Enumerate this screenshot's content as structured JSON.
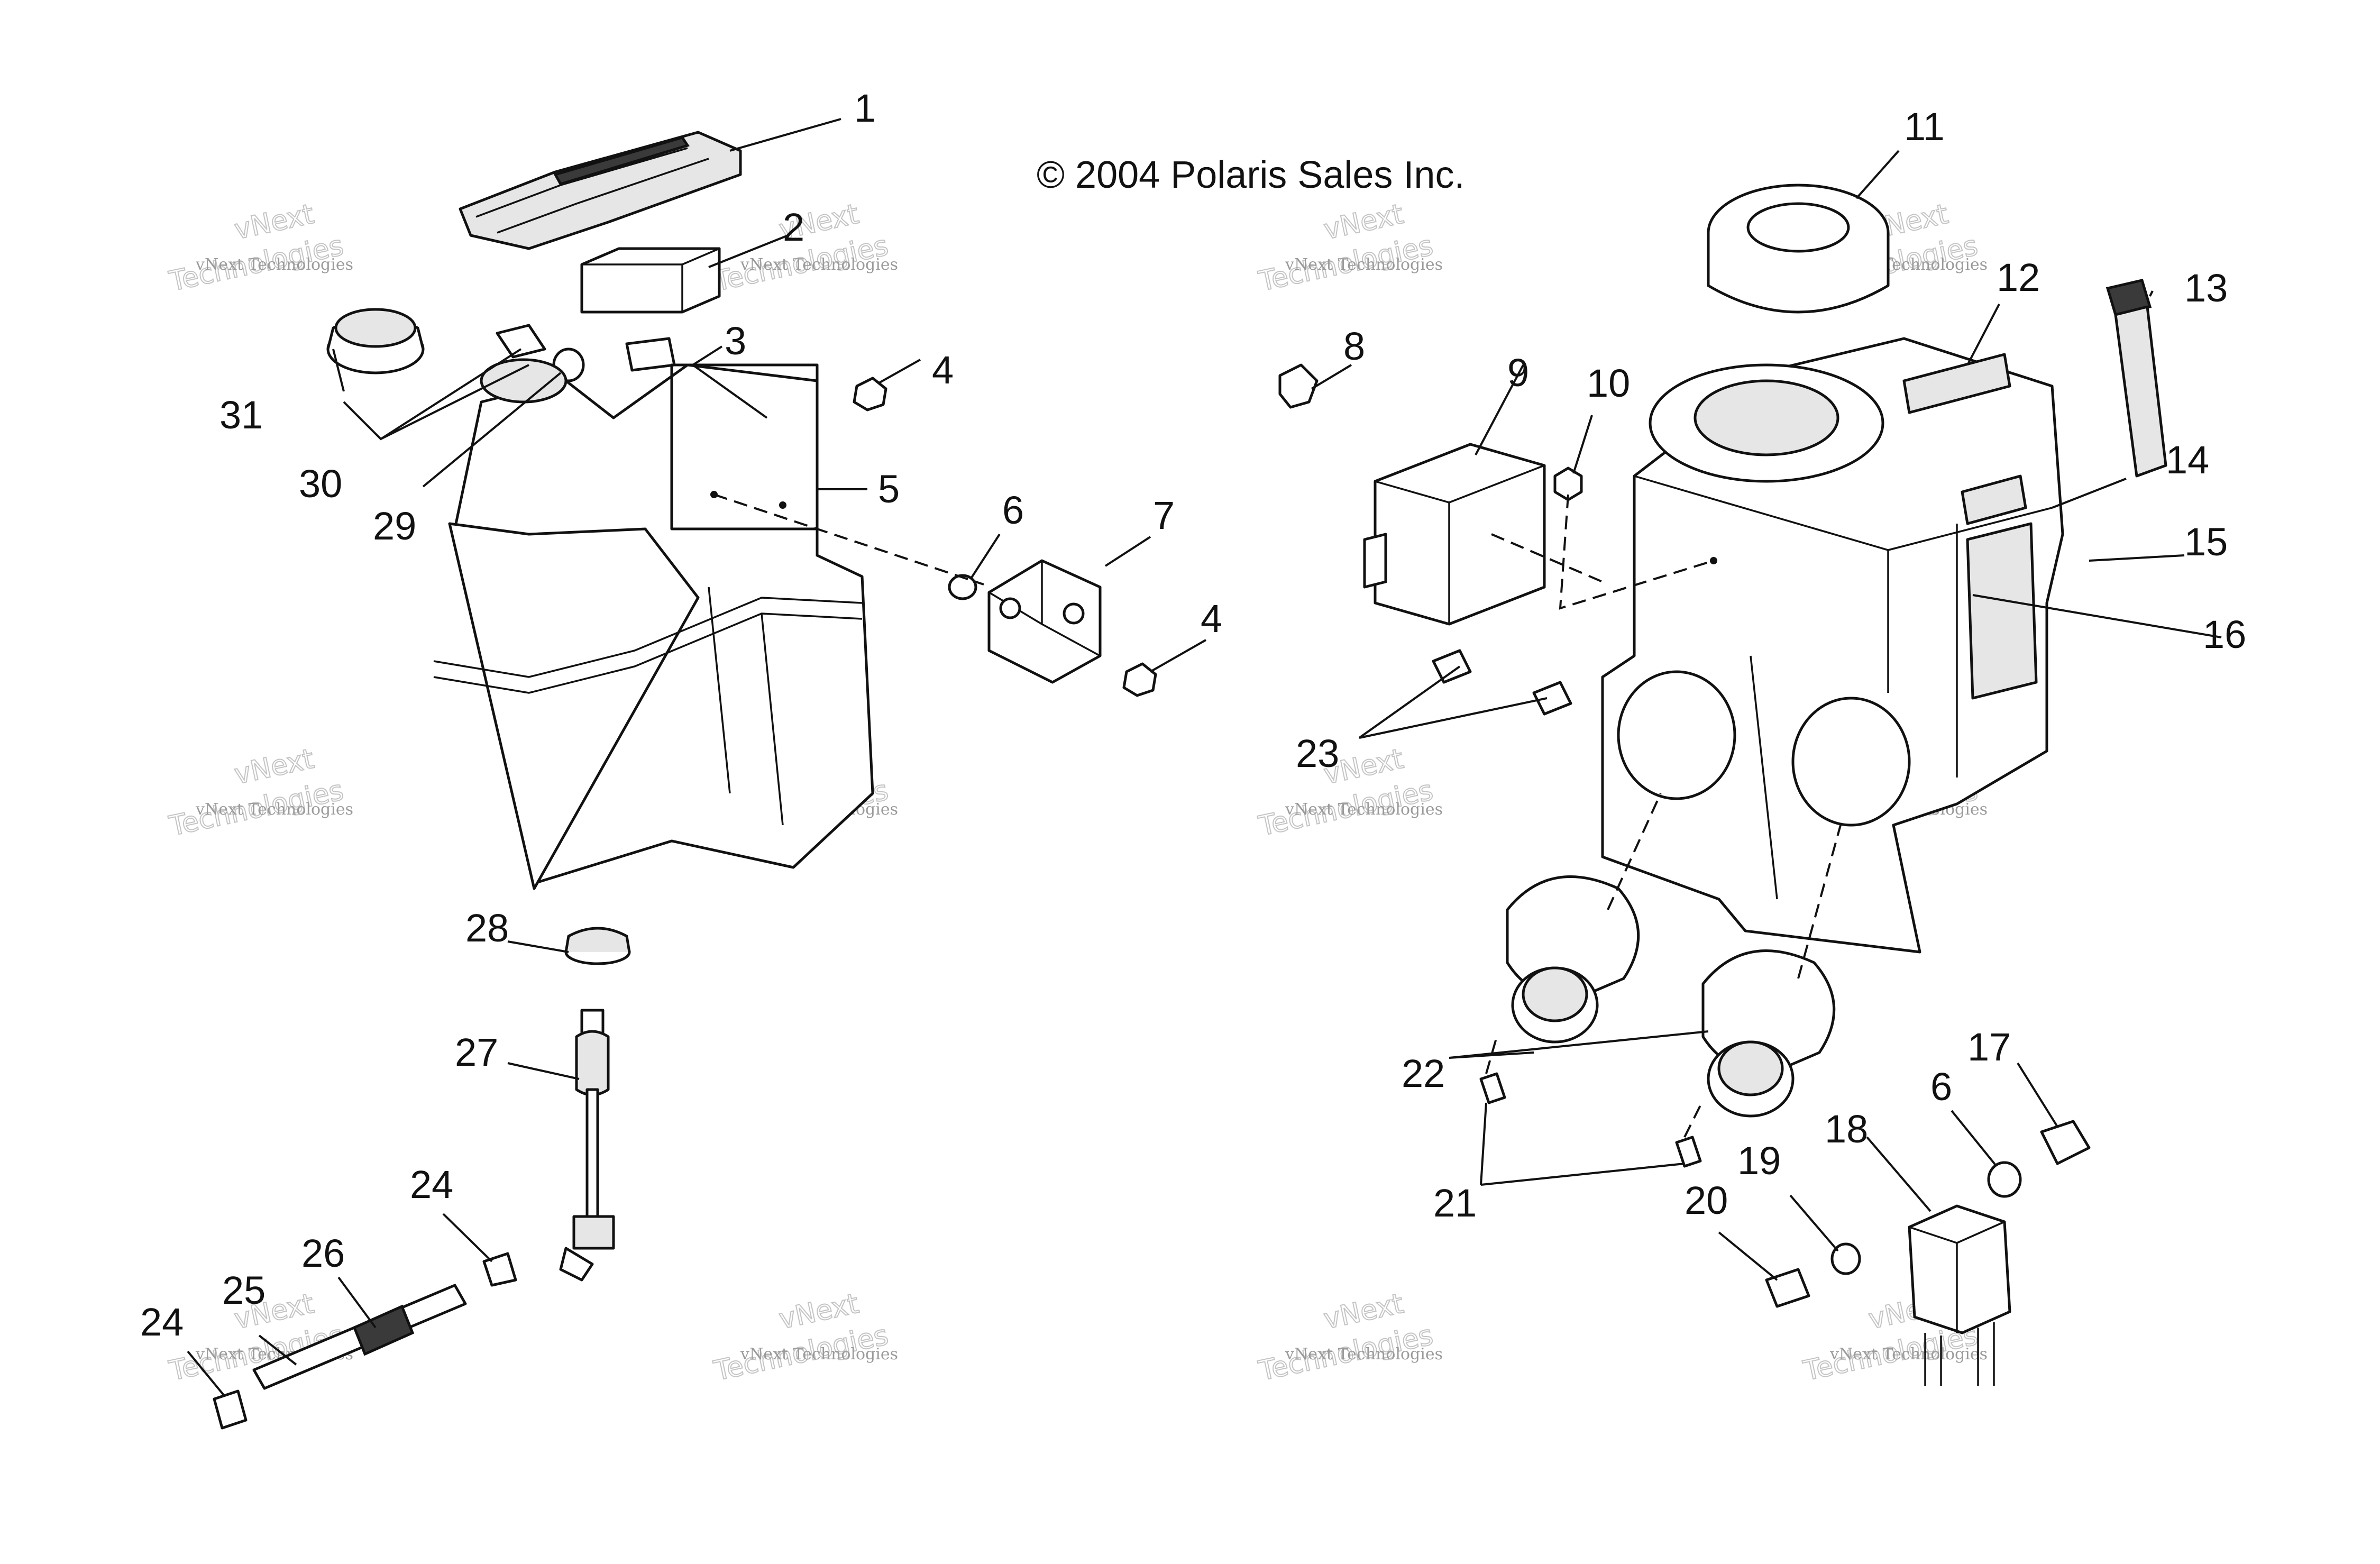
{
  "copyright": "© 2004 Polaris Sales Inc.",
  "watermark": {
    "line1": "vNext Technologies",
    "line2": "vNext",
    "line3": "Technologies"
  },
  "callouts": [
    "1",
    "2",
    "3",
    "4",
    "5",
    "6",
    "7",
    "4",
    "29",
    "30",
    "31",
    "28",
    "27",
    "24",
    "26",
    "25",
    "24",
    "8",
    "9",
    "10",
    "11",
    "12",
    "13",
    "14",
    "15",
    "16",
    "23",
    "22",
    "21",
    "17",
    "6",
    "18",
    "19",
    "20"
  ]
}
